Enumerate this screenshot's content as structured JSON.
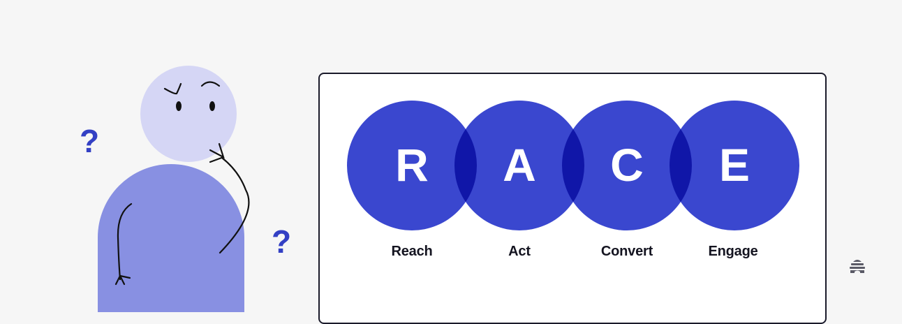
{
  "diagram": {
    "title_letters": [
      "R",
      "A",
      "C",
      "E"
    ],
    "stages": [
      {
        "letter": "R",
        "label": "Reach"
      },
      {
        "letter": "A",
        "label": "Act"
      },
      {
        "letter": "C",
        "label": "Convert"
      },
      {
        "letter": "E",
        "label": "Engage"
      }
    ],
    "colors": {
      "circle": "#3a47cf",
      "overlap": "#1016a8",
      "label": "#141420",
      "head": "#d5d6f5",
      "body": "#8890e2",
      "question_mark": "#3340c4",
      "background": "#f6f6f6"
    }
  },
  "illustration": {
    "question_marks": [
      "?",
      "?"
    ],
    "figure": "confused-person"
  },
  "logo": {
    "icon": "beehive-logo-icon"
  }
}
